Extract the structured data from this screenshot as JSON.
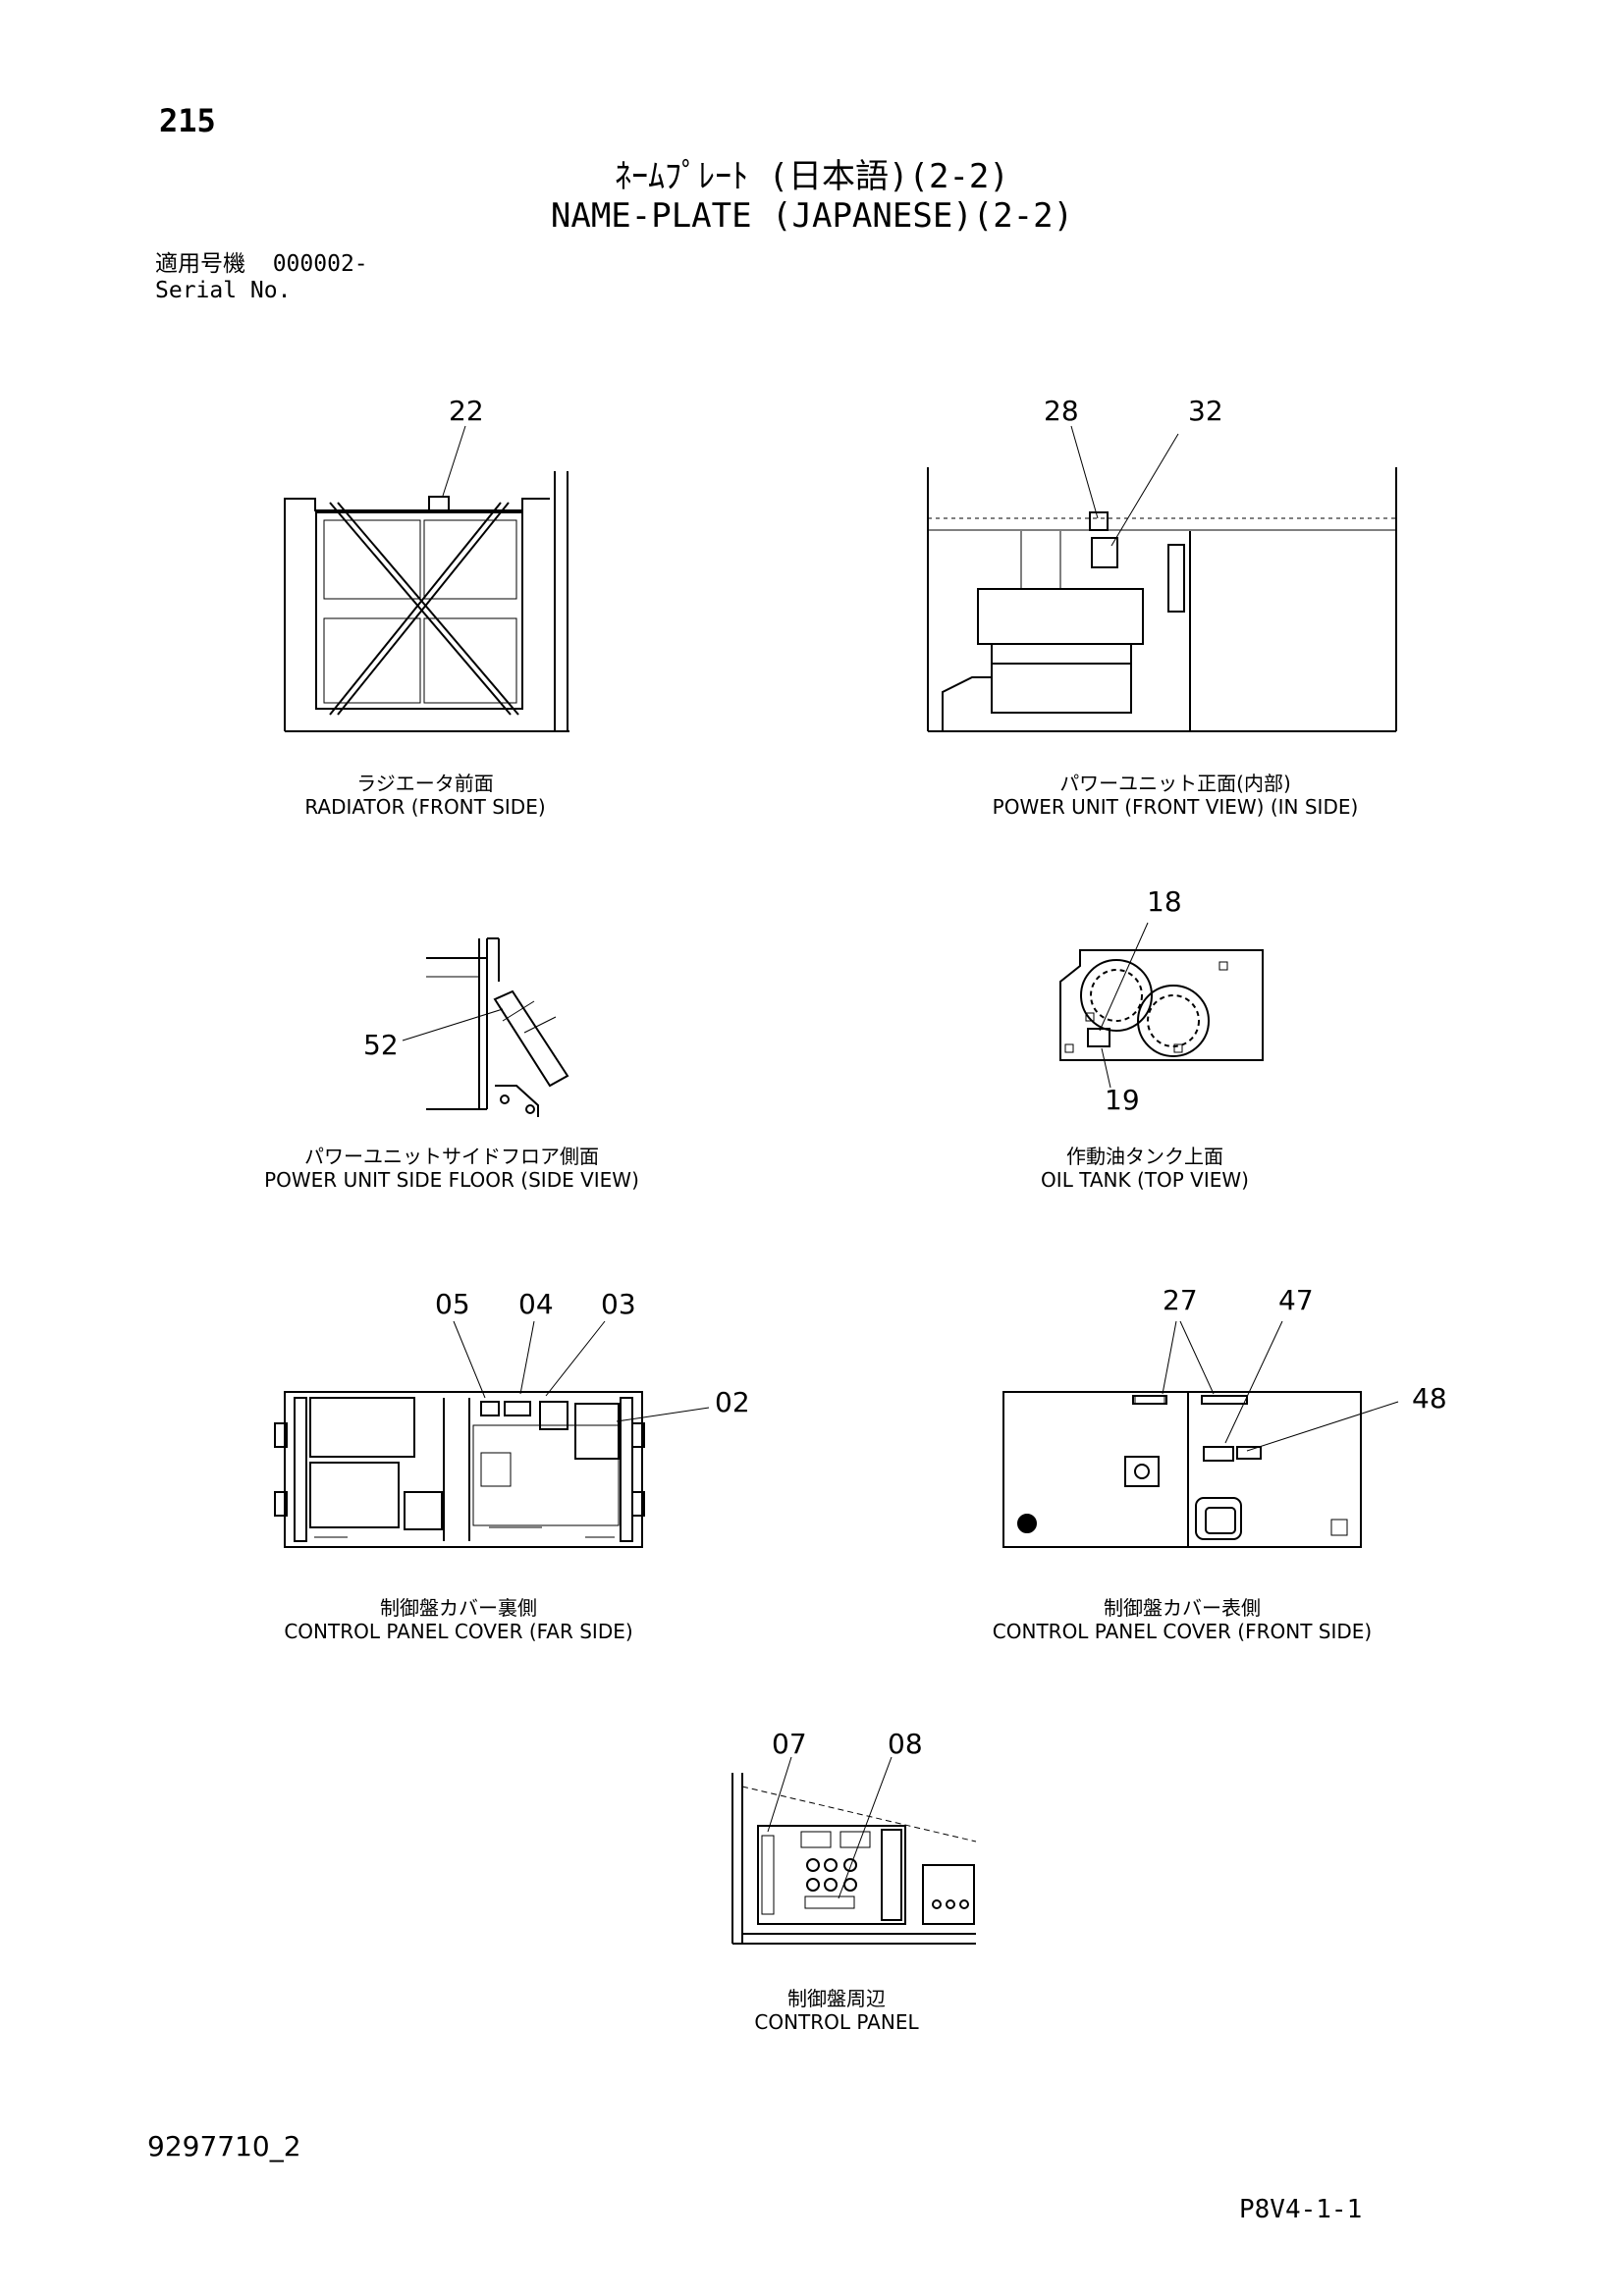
{
  "header": {
    "page_number": "215",
    "title_jp": "ﾈｰﾑﾌﾟﾚｰﾄ (日本語)(2-2)",
    "title_en": "NAME-PLATE (JAPANESE)(2-2)",
    "serial_label_jp": "適用号機",
    "serial_value": "000002-",
    "serial_label_en": "Serial No."
  },
  "views": [
    {
      "caption_jp": "ラジエータ前面",
      "caption_en": "RADIATOR (FRONT SIDE)",
      "callouts": [
        "22"
      ]
    },
    {
      "caption_jp": "パワーユニット正面(内部)",
      "caption_en": "POWER UNIT (FRONT VIEW) (IN SIDE)",
      "callouts": [
        "28",
        "32"
      ]
    },
    {
      "caption_jp": "パワーユニットサイドフロア側面",
      "caption_en": "POWER UNIT SIDE FLOOR (SIDE VIEW)",
      "callouts": [
        "52"
      ]
    },
    {
      "caption_jp": "作動油タンク上面",
      "caption_en": "OIL TANK (TOP VIEW)",
      "callouts": [
        "18",
        "19"
      ]
    },
    {
      "caption_jp": "制御盤カバー裏側",
      "caption_en": "CONTROL PANEL COVER (FAR SIDE)",
      "callouts": [
        "05",
        "04",
        "03",
        "02"
      ]
    },
    {
      "caption_jp": "制御盤カバー表側",
      "caption_en": "CONTROL PANEL COVER (FRONT SIDE)",
      "callouts": [
        "27",
        "47",
        "48"
      ]
    },
    {
      "caption_jp": "制御盤周辺",
      "caption_en": "CONTROL PANEL",
      "callouts": [
        "07",
        "08"
      ]
    }
  ],
  "footer": {
    "drawing_number": "9297710_2",
    "section_code": "P8V4-1-1"
  }
}
